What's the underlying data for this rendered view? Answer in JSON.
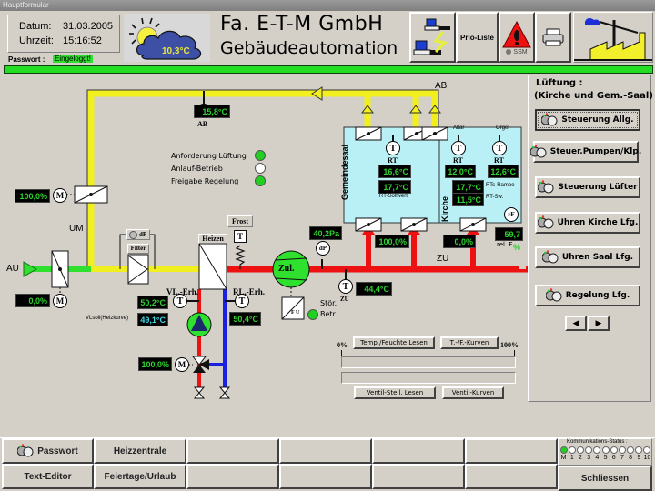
{
  "window": {
    "title": "Hauptformular"
  },
  "header": {
    "date_label": "Datum:",
    "date_value": "31.03.2005",
    "time_label": "Uhrzeit:",
    "time_value": "15:16:52",
    "password_label": "Passwort :",
    "password_status": "Eingeloggt!",
    "weather_temp": "10,3°C",
    "company_line1": "Fa. E-T-M GmbH",
    "company_line2": "Gebäudeautomation",
    "prio_button": "Prio-Liste",
    "ssm_label": "SSM",
    "icons": [
      "network-icon",
      "warning-icon",
      "printer-icon",
      "factory-icon"
    ],
    "status_bar_color": "#22dd22"
  },
  "sidebar": {
    "title_line1": "Lüftung :",
    "title_line2": "(Kirche und Gem.-Saal)",
    "buttons": [
      {
        "label": "Steuerung Allg."
      },
      {
        "label": "Steuer.Pumpen/Klp."
      },
      {
        "label": "Steuerung Lüfter"
      },
      {
        "label": "Uhren Kirche Lfg."
      },
      {
        "label": "Uhren Saal Lfg."
      },
      {
        "label": "Regelung Lfg."
      }
    ],
    "prev": "◀",
    "next": "▶"
  },
  "diagram": {
    "labels": {
      "ab": "AB",
      "um": "UM",
      "au": "AU",
      "zu": "ZU",
      "zu_sensor": "ZU",
      "ab_sensor": "AB",
      "frost": "Frost",
      "heizen": "Heizen",
      "filter": "Filter",
      "dp": "dP",
      "zul": "Zul.",
      "vl_erh": "VL.-Erh.",
      "rl_erh": "RL.-Erh.",
      "vl_heizkurve": "VLsoll(Heizkurve)",
      "stoer": "Stör.",
      "betr": "Betr.",
      "fu": "F U",
      "gemeindesaal": "Gemeindesaal",
      "kirche": "Kirche",
      "altar": "Altar",
      "orgel": "Orgel",
      "rt": "RT",
      "rt_sollwert": "RT-Sollwert",
      "rts_rampe": "RTs-Rampe",
      "rt_sw": "RT-Sw.",
      "rel_f": "rel. F.",
      "rf": "rF",
      "t": "T",
      "m": "M"
    },
    "status": [
      {
        "label": "Anforderung Lüftung",
        "state": "on"
      },
      {
        "label": "Anlauf-Betrieb",
        "state": "off"
      },
      {
        "label": "Freigabe Regelung",
        "state": "on"
      }
    ],
    "values": {
      "ab_temp": "15,8°C",
      "um_damper": "100,0%",
      "au_damper": "0,0%",
      "vl_erh": "50,2°C",
      "vl_soll": "49,1°C",
      "rl_erh": "50,4°C",
      "valve": "100,0%",
      "dp": "40,2Pa",
      "zu_temp": "44,4°C",
      "saal_rt": "16,6°C",
      "saal_sollwert": "17,7°C",
      "saal_damper": "100,0%",
      "kirche_rt1": "12,0°C",
      "kirche_rt2": "12,6°C",
      "kirche_rampe": "17,7°C",
      "kirche_sw": "11,5°C",
      "kirche_damper": "0,0%",
      "rel_f": "59,7 %"
    },
    "fu_running": true
  },
  "trends": {
    "scale_min": "0%",
    "scale_max": "100%",
    "btn_temp_read": "Temp./Feuchte Lesen",
    "btn_temp_curves": "T.-/F.-Kurven",
    "btn_valve_read": "Ventil-Stell. Lesen",
    "btn_valve_curves": "Ventil-Kurven"
  },
  "footer": {
    "row1": [
      "Passwort",
      "Heizzentrale",
      "",
      "",
      ""
    ],
    "row2": [
      "Text-Editor",
      "Feiertage/Urlaub",
      "",
      "",
      ""
    ],
    "comm_title": "Kommunikations-Status :",
    "comm_nodes": [
      {
        "label": "M",
        "state": "on"
      },
      {
        "label": "1",
        "state": "off"
      },
      {
        "label": "2",
        "state": "off"
      },
      {
        "label": "3",
        "state": "off"
      },
      {
        "label": "4",
        "state": "off"
      },
      {
        "label": "5",
        "state": "off"
      },
      {
        "label": "6",
        "state": "off"
      },
      {
        "label": "7",
        "state": "off"
      },
      {
        "label": "8",
        "state": "off"
      },
      {
        "label": "9",
        "state": "off"
      },
      {
        "label": "10",
        "state": "off"
      }
    ],
    "close": "Schliessen"
  }
}
